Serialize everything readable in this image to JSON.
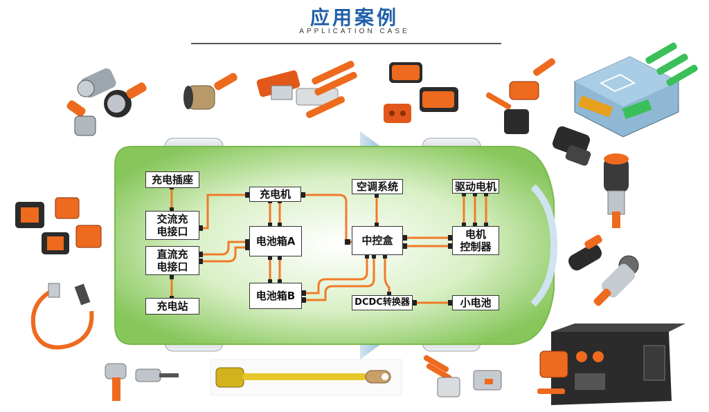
{
  "header": {
    "title": "应用案例",
    "subtitle": "APPLICATION CASE"
  },
  "nodes": {
    "charge_socket": "充电插座",
    "ac_port": "交流充\n电接口",
    "dc_port": "直流充\n电接口",
    "charging_station": "充电站",
    "charger": "充电机",
    "battery_a": "电池箱A",
    "battery_b": "电池箱B",
    "ac_system": "空调系统",
    "central_box": "中控盒",
    "dcdc": "DCDC转换器",
    "drive_motor": "驱动电机",
    "motor_ctrl": "电机\n控制器",
    "small_battery": "小电池"
  },
  "colors": {
    "car_body": "#a6d984",
    "cable": "#f07a2a",
    "title": "#1f5fa8",
    "product_orange": "#ee6a1e"
  }
}
